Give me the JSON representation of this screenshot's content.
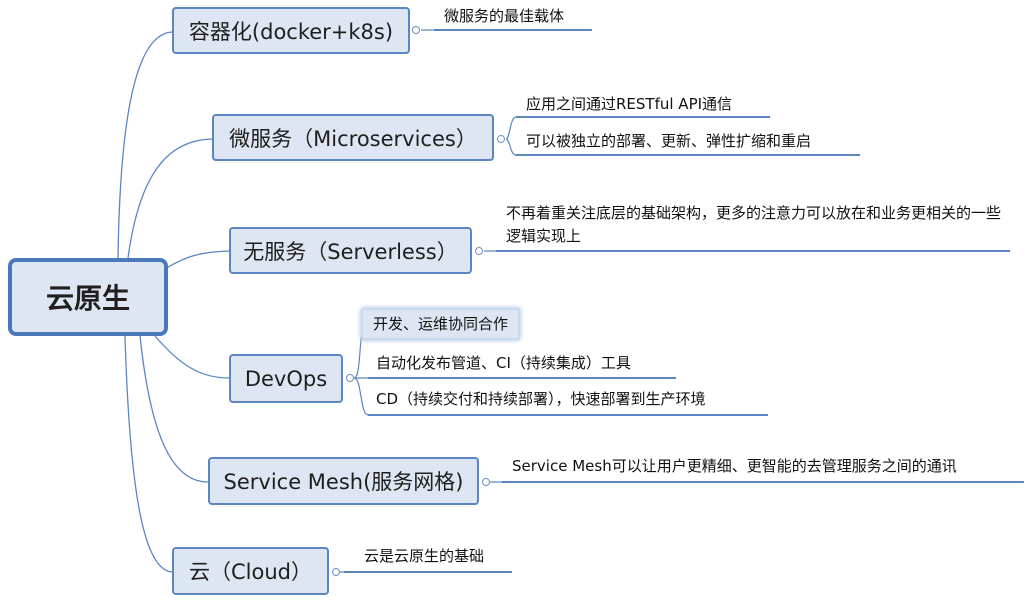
{
  "root": {
    "label": "云原生"
  },
  "branches": [
    {
      "label": "容器化(docker+k8s)",
      "children": [
        "微服务的最佳载体"
      ]
    },
    {
      "label": "微服务（Microservices）",
      "children": [
        "应用之间通过RESTful API通信",
        "可以被独立的部署、更新、弹性扩缩和重启"
      ]
    },
    {
      "label": "无服务（Serverless）",
      "children": [
        "不再着重关注底层的基础架构，更多的注意力可以放在和业务更相关的一些逻辑实现上"
      ]
    },
    {
      "label": "DevOps",
      "children": [
        "开发、运维协同合作",
        "自动化发布管道、CI（持续集成）工具",
        "CD（持续交付和持续部署），快速部署到生产环境"
      ]
    },
    {
      "label": "Service Mesh(服务网格)",
      "children": [
        "Service Mesh可以让用户更精细、更智能的去管理服务之间的通讯"
      ]
    },
    {
      "label": "云（Cloud）",
      "children": [
        "云是云原生的基础"
      ]
    }
  ],
  "colors": {
    "node_fill": "#dde6f2",
    "node_border": "#5b86c2",
    "line": "#5b86c2"
  }
}
